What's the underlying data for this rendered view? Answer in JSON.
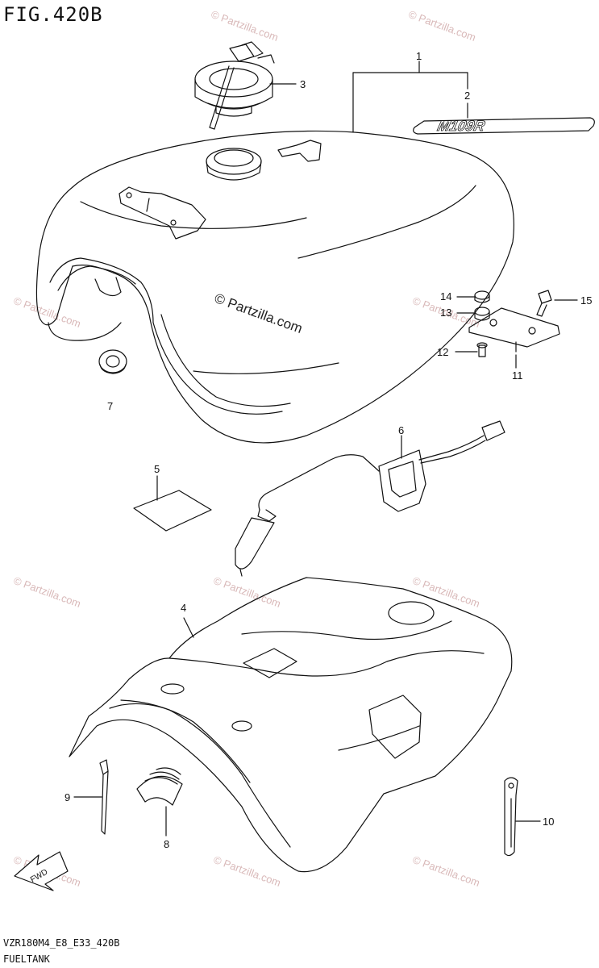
{
  "figure": {
    "title": "FIG.420B",
    "code": "VZR180M4_E8_E33_420B",
    "name": "FUELTANK",
    "emblem_text": "M109R",
    "fwd_text": "FWD"
  },
  "watermark": {
    "main": "© Partzilla.com",
    "faint": "© Partzilla.com"
  },
  "callouts": [
    "1",
    "2",
    "3",
    "4",
    "5",
    "6",
    "7",
    "8",
    "9",
    "10",
    "11",
    "12",
    "13",
    "14",
    "15"
  ],
  "colors": {
    "line": "#111111",
    "watermark": "#d9b9b9",
    "background": "#ffffff"
  }
}
